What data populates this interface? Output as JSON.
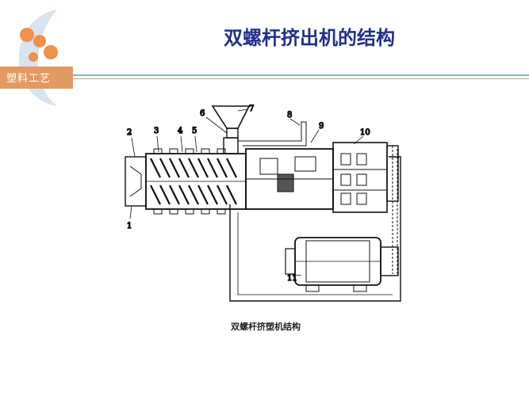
{
  "slide": {
    "title": "双螺杆挤出机的结构",
    "brand": "塑料工艺",
    "caption": "双螺杆挤塑机结构"
  },
  "colors": {
    "title": "#1f2f8a",
    "brand_band": "#e39a62",
    "logo_crescent": "#d7e3ee",
    "logo_dots": "#f0914a",
    "rule_blue": "#8fb0c9",
    "rule_tan": "#c9a27a"
  },
  "diagram": {
    "labels": [
      "1",
      "2",
      "3",
      "4",
      "5",
      "6",
      "7",
      "8",
      "9",
      "10",
      "11"
    ]
  }
}
